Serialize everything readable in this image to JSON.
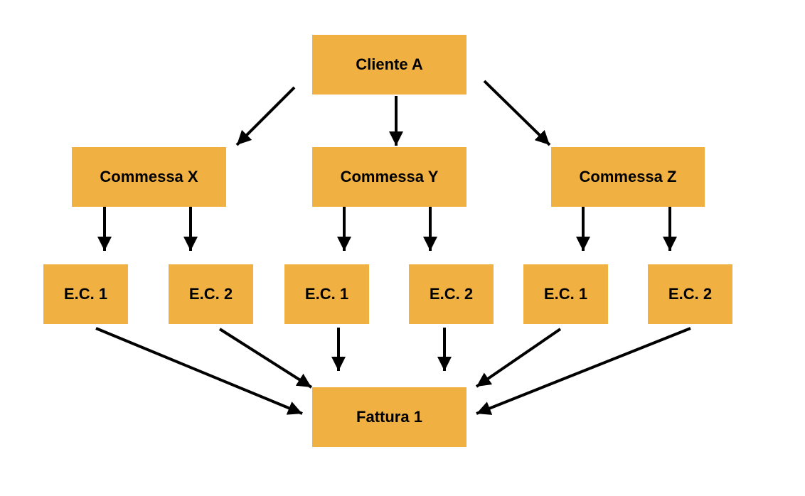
{
  "colors": {
    "box": "#F1B142",
    "arrow": "#000000"
  },
  "nodes": {
    "cliente": "Cliente A",
    "commessa_x": "Commessa X",
    "commessa_y": "Commessa Y",
    "commessa_z": "Commessa Z",
    "x_ec1": "E.C. 1",
    "x_ec2": "E.C. 2",
    "y_ec1": "E.C. 1",
    "y_ec2": "E.C. 2",
    "z_ec1": "E.C. 1",
    "z_ec2": "E.C. 2",
    "fattura": "Fattura 1"
  },
  "edges": [
    [
      "cliente",
      "commessa_x"
    ],
    [
      "cliente",
      "commessa_y"
    ],
    [
      "cliente",
      "commessa_z"
    ],
    [
      "commessa_x",
      "x_ec1"
    ],
    [
      "commessa_x",
      "x_ec2"
    ],
    [
      "commessa_y",
      "y_ec1"
    ],
    [
      "commessa_y",
      "y_ec2"
    ],
    [
      "commessa_z",
      "z_ec1"
    ],
    [
      "commessa_z",
      "z_ec2"
    ],
    [
      "x_ec1",
      "fattura"
    ],
    [
      "x_ec2",
      "fattura"
    ],
    [
      "y_ec1",
      "fattura"
    ],
    [
      "y_ec2",
      "fattura"
    ],
    [
      "z_ec1",
      "fattura"
    ],
    [
      "z_ec2",
      "fattura"
    ]
  ]
}
